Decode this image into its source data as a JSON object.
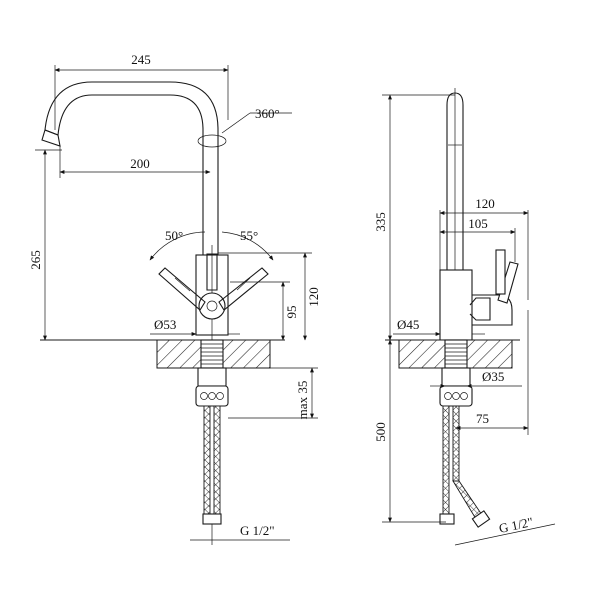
{
  "front_view": {
    "width_total": "245",
    "rotation": "360°",
    "reach": "200",
    "height": "265",
    "angle_left": "50°",
    "angle_right": "55°",
    "height_120": "120",
    "height_95": "95",
    "body_diameter": "Ø53",
    "max_thickness": "max 35",
    "thread": "G 1/2\""
  },
  "side_view": {
    "spout_height": "335",
    "depth_120": "120",
    "depth_105": "105",
    "body_diameter": "Ø45",
    "shank_diameter": "Ø35",
    "hose_length": "500",
    "offset_75": "75",
    "thread": "G 1/2\""
  }
}
